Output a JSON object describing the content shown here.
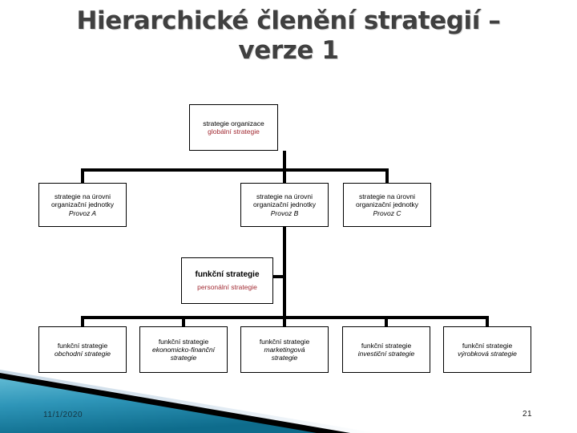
{
  "slide": {
    "title": "Hierarchické členění  strategií –\nverze 1",
    "title_color": "#404040",
    "date": "11/1/2020",
    "page_number": "21"
  },
  "palette": {
    "accent_red": "#A22B33",
    "line_black": "#000000",
    "band_teal_light": "#45A8C6",
    "band_teal_dark": "#1A7A9B",
    "band_pale": "#DCE6EF",
    "band_black": "#000000"
  },
  "chart_data": {
    "type": "diagram",
    "title": "Hierarchické členění  strategií – verze 1",
    "levels": [
      {
        "level": 1,
        "nodes": [
          {
            "id": "n1",
            "line1": "strategie organizace",
            "line2": "globální strategie",
            "line2_style": "red"
          }
        ]
      },
      {
        "level": 2,
        "nodes": [
          {
            "id": "n2",
            "line1": "strategie na úrovni",
            "line2": "organizační jednotky",
            "line3": "Provoz A",
            "line3_style": "italic"
          },
          {
            "id": "n3",
            "line1": "strategie na úrovni",
            "line2": "organizační jednotky",
            "line3": "Provoz B",
            "line3_style": "italic"
          },
          {
            "id": "n4",
            "line1": "strategie na úrovni",
            "line2": "organizační jednotky",
            "line3": "Provoz C",
            "line3_style": "italic"
          }
        ]
      },
      {
        "level": 3,
        "nodes": [
          {
            "id": "n5",
            "line1": "funkční strategie",
            "line1_style": "bold",
            "line2": "personální strategie",
            "line2_style": "red"
          }
        ]
      },
      {
        "level": 4,
        "nodes": [
          {
            "id": "n6",
            "line1": "funkční strategie",
            "line2": "obchodní strategie",
            "line2_style": "italic"
          },
          {
            "id": "n7",
            "line1": "funkční strategie",
            "line2": "ekonomicko-finanční",
            "line3": "strategie",
            "line2_style": "italic",
            "line3_style": "italic"
          },
          {
            "id": "n8",
            "line1": "funkční strategie",
            "line2": "marketingová",
            "line3": "strategie",
            "line2_style": "italic",
            "line3_style": "italic"
          },
          {
            "id": "n9",
            "line1": "funkční strategie",
            "line2": "investiční strategie",
            "line2_style": "italic"
          },
          {
            "id": "n10",
            "line1": "funkční strategie",
            "line2": "výrobková strategie",
            "line2_style": "italic"
          }
        ]
      }
    ],
    "edges": [
      {
        "from": "n1",
        "to": "n2"
      },
      {
        "from": "n1",
        "to": "n3"
      },
      {
        "from": "n1",
        "to": "n4"
      },
      {
        "from": "n3",
        "to": "n5"
      },
      {
        "from": "n3",
        "to": "n6"
      },
      {
        "from": "n3",
        "to": "n7"
      },
      {
        "from": "n3",
        "to": "n8"
      },
      {
        "from": "n3",
        "to": "n9"
      },
      {
        "from": "n3",
        "to": "n10"
      }
    ]
  }
}
